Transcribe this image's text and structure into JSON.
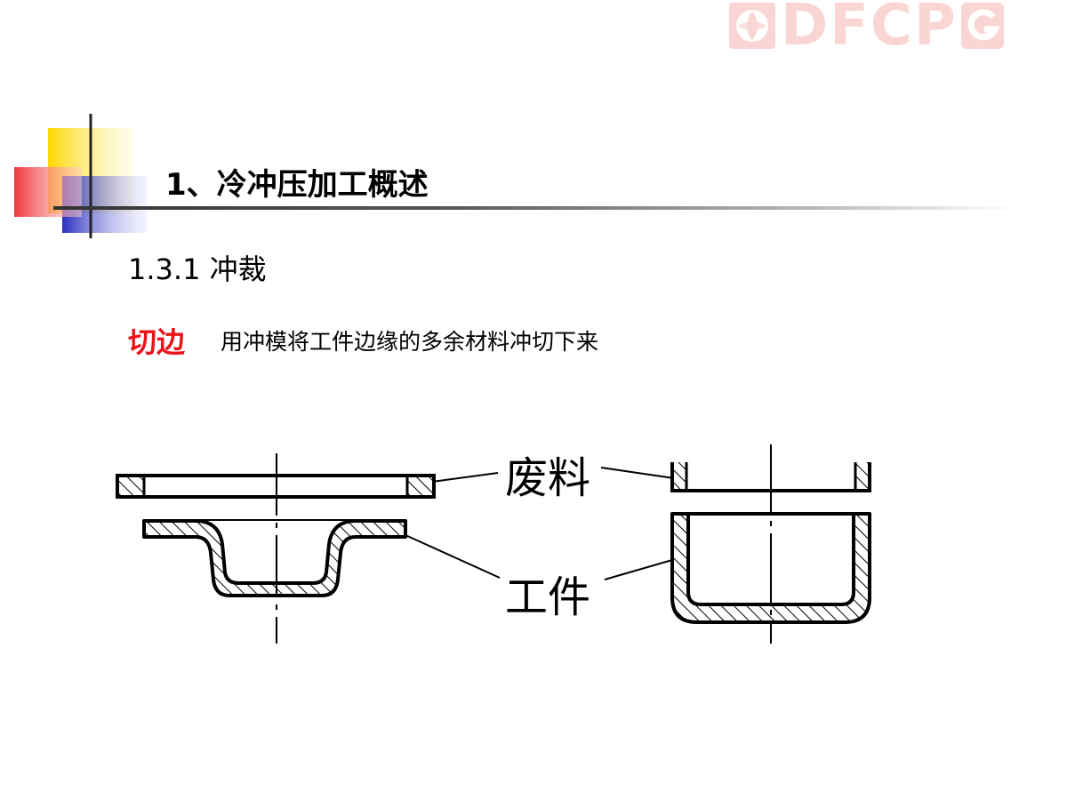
{
  "logo": {
    "text": "DFCP",
    "color": "#f9d6d3"
  },
  "title": "1、冷冲压加工概述",
  "subtitle": "1.3.1  冲裁",
  "term": "切边",
  "definition": "用冲模将工件边缘的多余材料冲切下来",
  "colors": {
    "accent_red": "#e8141c",
    "deco_yellow": "#ffd700",
    "deco_blue": "#2a2fbf",
    "deco_red": "#f0383c"
  },
  "diagram": {
    "label_scrap": "废料",
    "label_workpiece": "工件"
  }
}
